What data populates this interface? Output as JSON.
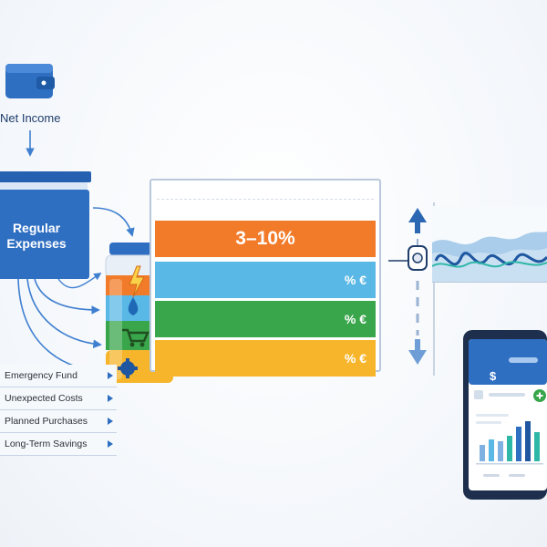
{
  "income": {
    "label": "Net Income"
  },
  "expenses": {
    "label": "Regular Expenses"
  },
  "bands": {
    "top": "3–10%",
    "blue": "% €",
    "green": "% €",
    "yellow": "% €"
  },
  "categories": [
    {
      "label": "Emergency Fund"
    },
    {
      "label": "Unexpected Costs"
    },
    {
      "label": "Planned Purchases"
    },
    {
      "label": "Long-Term Savings"
    }
  ],
  "phone": {
    "currency": "$"
  },
  "colors": {
    "primary": "#2f6fc2",
    "orange": "#f27b2a",
    "blue": "#5ab8e6",
    "green": "#3aa64b",
    "yellow": "#f7b52b",
    "navy": "#1e3d6b"
  },
  "icons": [
    "wallet-icon",
    "lightning-icon",
    "water-drop-icon",
    "cart-icon",
    "gear-icon",
    "plus-icon"
  ]
}
